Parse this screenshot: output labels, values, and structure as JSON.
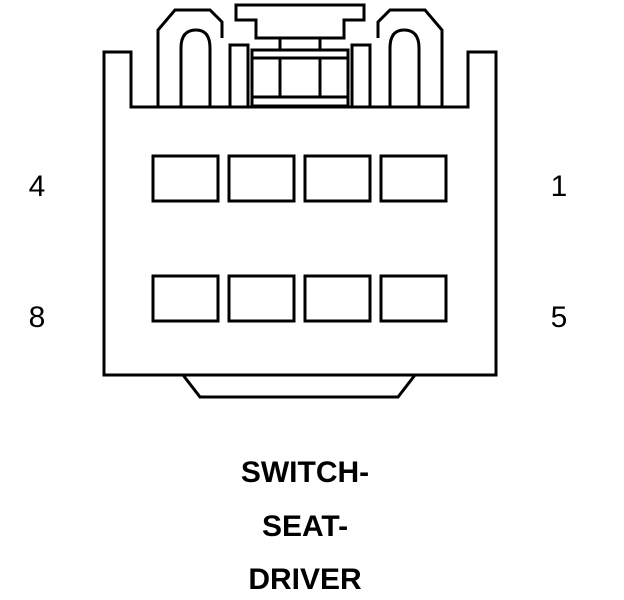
{
  "pin_labels": {
    "top_left": "4",
    "top_right": "1",
    "bottom_left": "8",
    "bottom_right": "5"
  },
  "caption": {
    "line1": "SWITCH-",
    "line2": "SEAT-",
    "line3": "DRIVER"
  },
  "pin_cavities": {
    "rows": 2,
    "per_row": 4
  }
}
